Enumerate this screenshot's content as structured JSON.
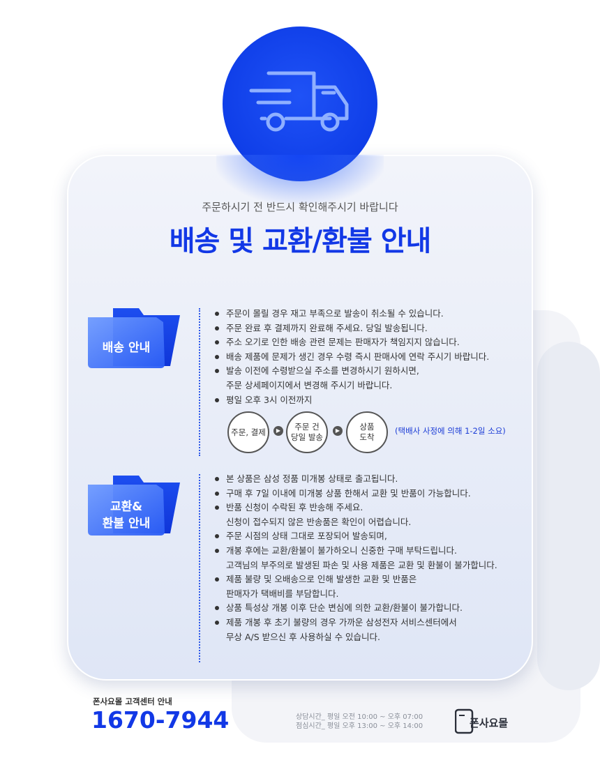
{
  "header": {
    "subtitle": "주문하시기 전 반드시 확인해주시기 바랍니다",
    "title": "배송 및 교환/환불 안내"
  },
  "shipping": {
    "label": "배송 안내",
    "items": [
      [
        "주문이 몰릴 경우 재고 부족으로 발송이 취소될 수 있습니다."
      ],
      [
        "주문 완료 후 결제까지 완료해 주세요. 당일 발송됩니다."
      ],
      [
        "주소 오기로 인한 배송 관련 문제는 판매자가 책임지지 않습니다."
      ],
      [
        "배송 제품에 문제가 생긴 경우 수령 즉시 판매사에 연락 주시기 바랍니다."
      ],
      [
        "발송 이전에 수령받으실 주소를 변경하시기 원하시면,",
        "주문 상세페이지에서 변경해 주시기 바랍니다."
      ],
      [
        "평일 오후 3시 이전까지"
      ]
    ],
    "steps": [
      [
        "주문, 결제"
      ],
      [
        "주문 건",
        "당일 발송"
      ],
      [
        "상품",
        "도착"
      ]
    ],
    "note": "(택배사 사정에 의해 1-2일 소요)"
  },
  "exchange": {
    "label_line1": "교환&",
    "label_line2": "환불 안내",
    "items": [
      [
        "본 상품은 삼성 정품 미개봉 상태로 출고됩니다."
      ],
      [
        "구매 후 7일 이내에 미개봉 상품 한해서 교환 및 반품이 가능합니다."
      ],
      [
        "반품 신청이 수락된 후 반송해 주세요.",
        "신청이 접수되지 않은 반송품은 확인이 어렵습니다."
      ],
      [
        "주문 시점의 상태 그대로 포장되어 발송되며,"
      ],
      [
        "개봉 후에는 교환/환불이 불가하오니 신중한 구매 부탁드립니다.",
        "고객님의 부주의로 발생된 파손 및 사용 제품은 교환 및 환불이 불가합니다."
      ],
      [
        "제품 불량 및 오배송으로 인해 발생한 교환 및 반품은",
        "판매자가 택배비를 부담합니다."
      ],
      [
        "상품 특성상 개봉 이후 단순 변심에 의한 교환/환불이 불가합니다."
      ],
      [
        "제품 개봉 후 초기 불량의 경우 가까운 삼성전자 서비스센터에서",
        "무상 A/S 받으신 후 사용하실 수 있습니다."
      ]
    ]
  },
  "footer": {
    "cs_label": "폰사요몰 고객센터 안내",
    "phone": "1670-7944",
    "hours_line1": "상담시간_ 평일 오전 10:00 ~ 오후 07:00",
    "hours_line2": "점심시간_ 평일 오후 13:00 ~ 오후 14:00",
    "logo_text": "폰사요몰"
  },
  "colors": {
    "accent": "#1238e6",
    "circle": "#0f3ee8",
    "icons": [
      "truck-icon",
      "folder-icon",
      "arrow-right-icon",
      "phone-logo-icon"
    ]
  }
}
